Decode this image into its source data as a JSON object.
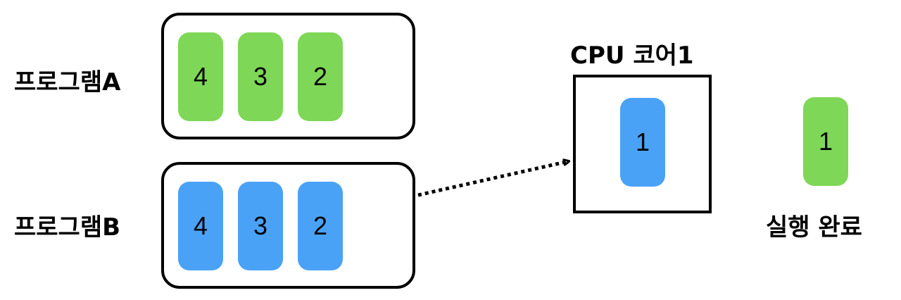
{
  "colors": {
    "program_a_task": "#7ed756",
    "program_b_task": "#4aa2f7",
    "border": "#000000"
  },
  "program_a": {
    "label": "프로그램A",
    "tasks": [
      "4",
      "3",
      "2"
    ]
  },
  "program_b": {
    "label": "프로그램B",
    "tasks": [
      "4",
      "3",
      "2"
    ]
  },
  "cpu": {
    "label": "CPU 코어1",
    "running_task": "1"
  },
  "completed": {
    "task": "1",
    "label": "실행 완료"
  }
}
